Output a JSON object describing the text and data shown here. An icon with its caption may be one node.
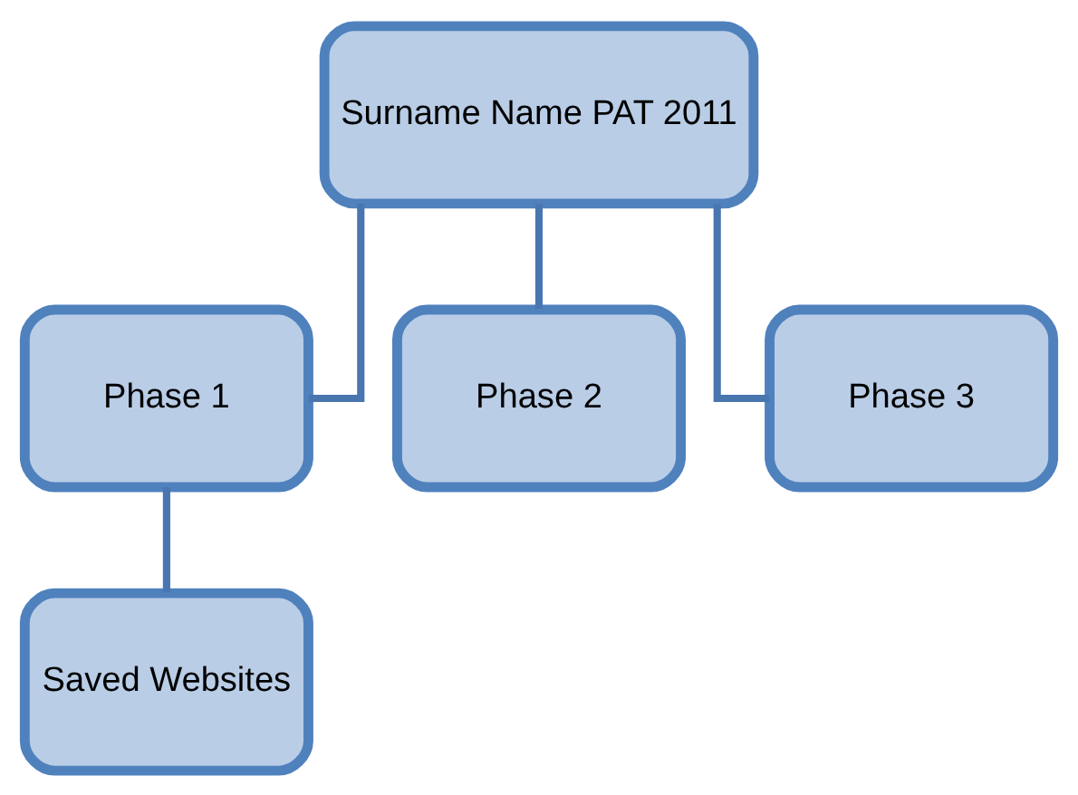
{
  "diagram": {
    "nodes": [
      {
        "text": [
          "Surname Name PAT 2011"
        ]
      },
      {
        "text": [
          "Phase 1"
        ]
      },
      {
        "text": [
          "Phase 2"
        ]
      },
      {
        "text": [
          "Phase 3"
        ]
      },
      {
        "text": [
          "Saved Websites"
        ]
      }
    ],
    "edges": [
      {
        "from": 0,
        "to": 1,
        "arrow": "none"
      },
      {
        "from": 0,
        "to": 2,
        "arrow": "none"
      },
      {
        "from": 0,
        "to": 3,
        "arrow": "none"
      },
      {
        "from": 1,
        "to": 4,
        "arrow": "none"
      }
    ]
  }
}
